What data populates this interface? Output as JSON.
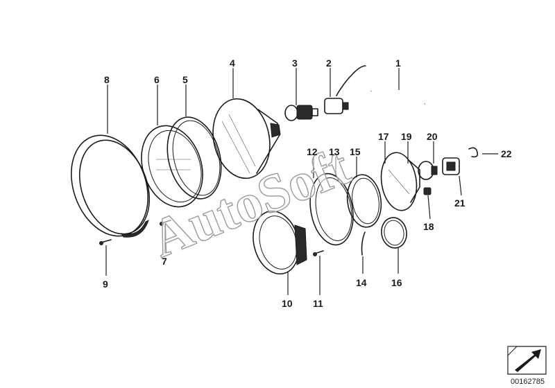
{
  "watermark": "AutoSoft",
  "doc_number": "00162785",
  "parts": [
    {
      "id": "1",
      "label": "1"
    },
    {
      "id": "2",
      "label": "2"
    },
    {
      "id": "3",
      "label": "3"
    },
    {
      "id": "4",
      "label": "4"
    },
    {
      "id": "5",
      "label": "5"
    },
    {
      "id": "6",
      "label": "6"
    },
    {
      "id": "7",
      "label": "7"
    },
    {
      "id": "8",
      "label": "8"
    },
    {
      "id": "9",
      "label": "9"
    },
    {
      "id": "10",
      "label": "10"
    },
    {
      "id": "11",
      "label": "11"
    },
    {
      "id": "12",
      "label": "12"
    },
    {
      "id": "13",
      "label": "13"
    },
    {
      "id": "14",
      "label": "14"
    },
    {
      "id": "15",
      "label": "15"
    },
    {
      "id": "16",
      "label": "16"
    },
    {
      "id": "17",
      "label": "17"
    },
    {
      "id": "18",
      "label": "18"
    },
    {
      "id": "19",
      "label": "19"
    },
    {
      "id": "20",
      "label": "20"
    },
    {
      "id": "21",
      "label": "21"
    },
    {
      "id": "22",
      "label": "22"
    }
  ],
  "icons": {
    "page_corner": "folded-page-arrow-icon"
  }
}
